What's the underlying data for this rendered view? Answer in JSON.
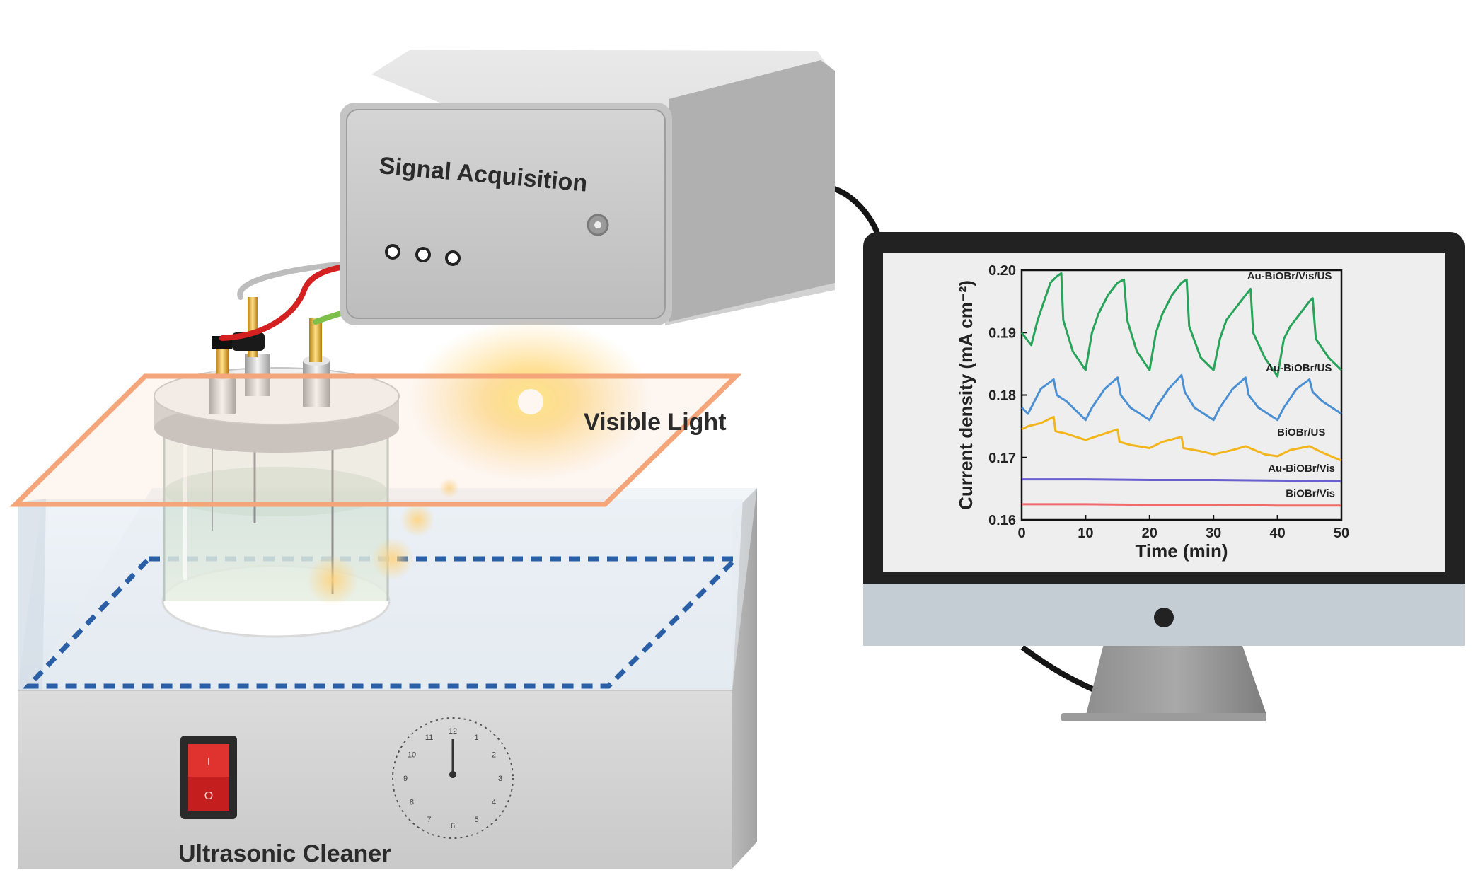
{
  "labels": {
    "signal_box": "Signal Acquisition",
    "light": "Visible Light",
    "cleaner": "Ultrasonic Cleaner"
  },
  "switch": {
    "on_mark": "I",
    "off_mark": "O"
  },
  "clock": {
    "numbers": [
      "12",
      "1",
      "2",
      "3",
      "4",
      "5",
      "6",
      "7",
      "8",
      "9",
      "10",
      "11"
    ]
  },
  "icons": {
    "switch": "rocker-switch-icon",
    "clock": "clock-icon",
    "light": "light-source-icon",
    "monitor": "monitor-icon",
    "power": "power-button-icon"
  },
  "colors": {
    "red_wire": "#d42020",
    "green_wire": "#7cc04a",
    "gray_wire": "#bdbdbd",
    "glass_frame": "#f4a57a",
    "dashed_plane": "#2a5fa6",
    "switch": "#c41e1e"
  },
  "chart_data": {
    "type": "line",
    "xlabel": "Time (min)",
    "ylabel": "Current density (mA cm⁻²)",
    "xlim": [
      0,
      50
    ],
    "ylim": [
      0.16,
      0.2
    ],
    "xticks": [
      "0",
      "10",
      "20",
      "30",
      "40",
      "50"
    ],
    "yticks": [
      "0.16",
      "0.17",
      "0.18",
      "0.19",
      "0.20"
    ],
    "series": [
      {
        "name": "Au-BiOBr/Vis/US",
        "color": "#27a35a",
        "x": [
          0,
          1.5,
          2.5,
          3.5,
          4.5,
          5.5,
          6.2,
          6.5,
          8,
          10,
          11,
          12,
          13.5,
          15,
          16,
          16.5,
          18,
          20,
          21,
          22,
          23.5,
          25,
          25.8,
          26.2,
          28,
          30,
          31,
          32,
          33.5,
          35,
          35.8,
          36.2,
          38,
          40,
          41,
          42,
          43.5,
          45,
          45.5,
          46,
          48,
          50
        ],
        "y": [
          0.19,
          0.188,
          0.192,
          0.195,
          0.198,
          0.199,
          0.1995,
          0.192,
          0.187,
          0.184,
          0.19,
          0.193,
          0.196,
          0.198,
          0.1985,
          0.192,
          0.187,
          0.184,
          0.19,
          0.193,
          0.196,
          0.198,
          0.1985,
          0.191,
          0.186,
          0.184,
          0.189,
          0.192,
          0.194,
          0.196,
          0.197,
          0.19,
          0.186,
          0.183,
          0.189,
          0.191,
          0.193,
          0.195,
          0.1955,
          0.189,
          0.186,
          0.184
        ]
      },
      {
        "name": "Au-BiOBr/US",
        "color": "#4a8fd2",
        "x": [
          0,
          1,
          3,
          5,
          5.5,
          7,
          10,
          11,
          13,
          15,
          15.5,
          17,
          20,
          21,
          23,
          25,
          25.5,
          27,
          30,
          31,
          33,
          35,
          35.5,
          37,
          40,
          41,
          43,
          45,
          45.5,
          47,
          50
        ],
        "y": [
          0.178,
          0.177,
          0.181,
          0.1825,
          0.18,
          0.179,
          0.176,
          0.178,
          0.181,
          0.1828,
          0.18,
          0.178,
          0.176,
          0.178,
          0.181,
          0.1832,
          0.1805,
          0.178,
          0.176,
          0.178,
          0.181,
          0.1828,
          0.18,
          0.178,
          0.176,
          0.178,
          0.181,
          0.1825,
          0.1805,
          0.179,
          0.177
        ]
      },
      {
        "name": "BiOBr/US",
        "color": "#f2b51c",
        "x": [
          0,
          1,
          3,
          5,
          5.3,
          7,
          10,
          12,
          15,
          15.3,
          17,
          20,
          22,
          25,
          25.3,
          28,
          30,
          33,
          35,
          38,
          40,
          42,
          45,
          47,
          50
        ],
        "y": [
          0.1745,
          0.175,
          0.1755,
          0.1765,
          0.1742,
          0.1738,
          0.1728,
          0.1735,
          0.1745,
          0.1725,
          0.172,
          0.1715,
          0.1725,
          0.1733,
          0.1715,
          0.171,
          0.1705,
          0.1712,
          0.1718,
          0.1705,
          0.1702,
          0.1712,
          0.1718,
          0.1708,
          0.1695
        ]
      },
      {
        "name": "Au-BiOBr/Vis",
        "color": "#6a5fd0",
        "x": [
          0,
          10,
          20,
          30,
          40,
          50
        ],
        "y": [
          0.1665,
          0.1665,
          0.1664,
          0.1664,
          0.1663,
          0.1662
        ]
      },
      {
        "name": "BiOBr/Vis",
        "color": "#f06a6a",
        "x": [
          0,
          10,
          20,
          30,
          40,
          50
        ],
        "y": [
          0.1625,
          0.1625,
          0.1624,
          0.1624,
          0.1623,
          0.1623
        ]
      }
    ],
    "legend": "in-plot labels at right end of each curve"
  }
}
